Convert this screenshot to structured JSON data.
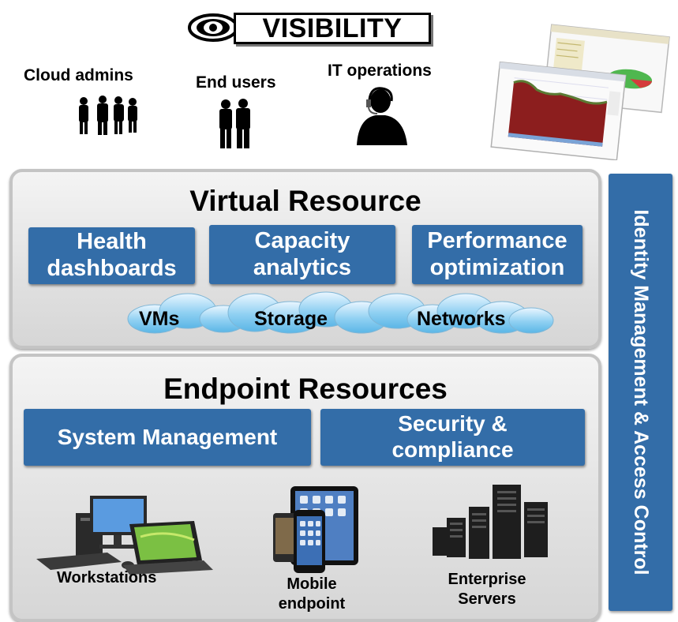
{
  "header": {
    "title": "VISIBILITY",
    "roles": [
      {
        "label": "Cloud admins",
        "icon": "people-group-icon"
      },
      {
        "label": "End users",
        "icon": "people-pair-icon"
      },
      {
        "label": "IT operations",
        "icon": "operator-headset-icon"
      }
    ],
    "thumbnail_icon": "dashboard-screenshot-icon"
  },
  "virtual": {
    "title": "Virtual Resource",
    "boxes": [
      "Health dashboards",
      "Capacity analytics",
      "Performance optimization"
    ],
    "cloud_items": [
      "VMs",
      "Storage",
      "Networks"
    ]
  },
  "endpoint": {
    "title": "Endpoint Resources",
    "boxes": [
      "System Management",
      "Security & compliance"
    ],
    "devices": [
      {
        "label": "Workstations",
        "icon": "workstation-laptop-icon"
      },
      {
        "label": "Mobile endpoint",
        "icon": "mobile-devices-icon"
      },
      {
        "label": "Enterprise Servers",
        "icon": "server-rack-icon"
      }
    ]
  },
  "sidebar": {
    "label": "Identity Management & Access Control"
  },
  "colors": {
    "accent_blue": "#336da8",
    "panel_gray": "#e1e1e1",
    "panel_border": "#c4c4c4"
  }
}
